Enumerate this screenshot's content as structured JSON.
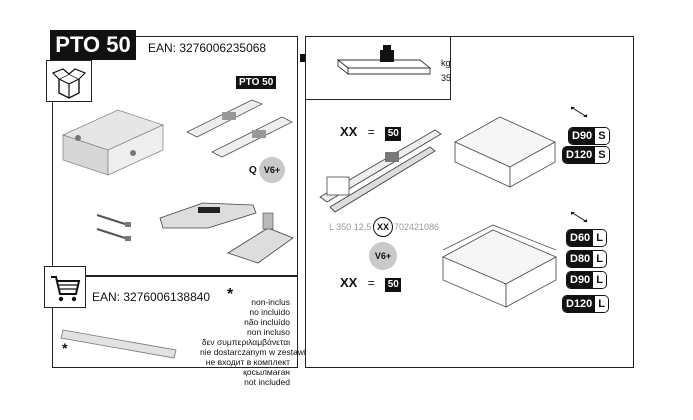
{
  "left": {
    "title": "PTO 50",
    "ean_top": "EAN: 3276006235068",
    "label_pto": "PTO 50",
    "label_q": "Q",
    "label_v6_top": "V6+",
    "ean_bottom": "EAN: 3276006138840",
    "asterisk_marker": "*",
    "asterisk_rod": "*",
    "not_included": [
      "non-inclus",
      "no incluido",
      "não incluído",
      "non incluso",
      "δεν συμπεριλαμβάνεται",
      "nie dostarczanym w zestawie",
      "не входит в комплект",
      "қосылмаған",
      "not included"
    ]
  },
  "right": {
    "weight_unit": "kg",
    "weight_value": "35",
    "xx_top": "XX",
    "eq_top": "=",
    "fifty_top": "50",
    "rail_code_left": "L 350 12,5",
    "rail_code_xx": "XX",
    "rail_code_right": "702421086",
    "label_v6_bottom": "V6+",
    "xx_bottom": "XX",
    "eq_bottom": "=",
    "fifty_bottom": "50",
    "badges_top": [
      {
        "dim": "D90",
        "size": "S"
      },
      {
        "dim": "D120",
        "size": "S"
      }
    ],
    "badges_bottom": [
      {
        "dim": "D60",
        "size": "L"
      },
      {
        "dim": "D80",
        "size": "L"
      },
      {
        "dim": "D90",
        "size": "L"
      },
      {
        "dim": "D120",
        "size": "L"
      }
    ]
  },
  "icons": [
    "box-open-icon",
    "shopping-cart-icon",
    "arrow-right-icon",
    "weight-icon",
    "double-arrow-icon"
  ]
}
